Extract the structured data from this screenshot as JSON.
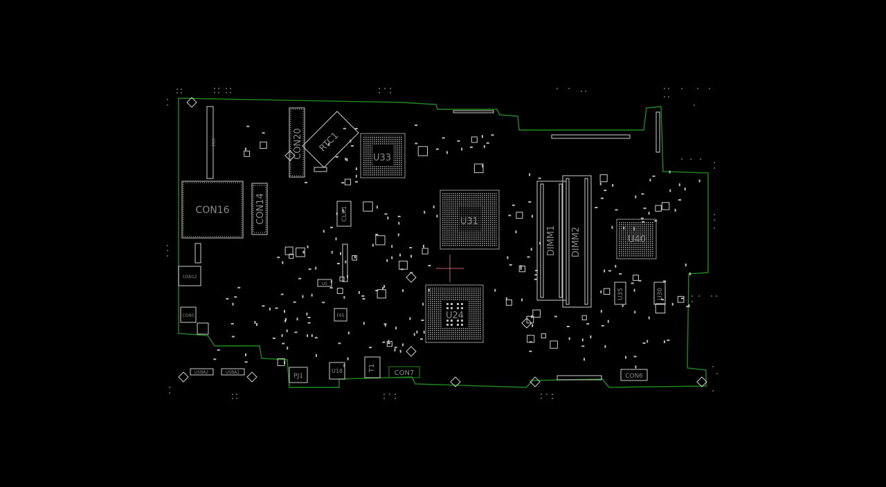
{
  "colors": {
    "background": "#000000",
    "board_outline": "#1f8a1f",
    "component_outline": "#cfcfcf",
    "label": "#8a8a8a",
    "crosshair": "#c06070"
  },
  "components": {
    "con16": "CON16",
    "con14": "CON14",
    "con20": "CON20",
    "rtc1": "RTC1",
    "u33": "U33",
    "u31": "U31",
    "u24": "U24",
    "u40": "U40",
    "dimm1": "DIMM1",
    "dimm2": "DIMM2",
    "clk1": "CLK1",
    "u35": "U35",
    "u30": "U30",
    "pj1": "PJ1",
    "u18": "U18",
    "t1": "T1",
    "con7": "CON7",
    "con6": "CON6",
    "con12": "CON12",
    "con5": "CON5",
    "cn1": "CN1",
    "usba2": "USBA2",
    "usba1": "USBA1",
    "f65": "F65",
    "u5": "U5"
  }
}
